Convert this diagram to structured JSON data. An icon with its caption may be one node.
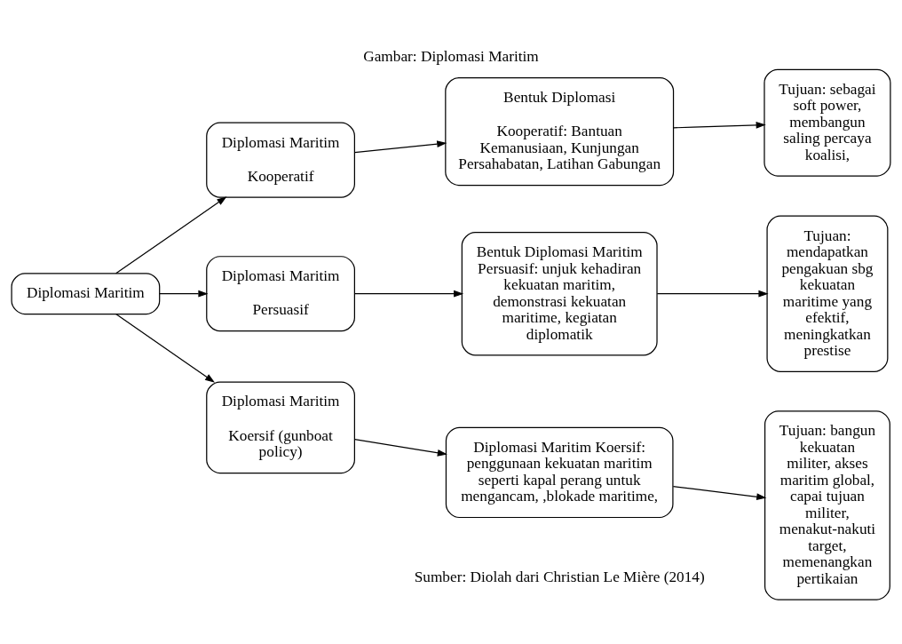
{
  "diagram": {
    "title": "Gambar: Diplomasi Maritim",
    "caption": "Sumber: Diolah dari Christian Le Mière (2014)",
    "nodes": [
      {
        "text": [
          "Diplomasi Maritim"
        ]
      },
      {
        "text": [
          "Diplomasi Maritim",
          "Kooperatif"
        ]
      },
      {
        "text": [
          "Diplomasi Maritim",
          "Persuasif"
        ]
      },
      {
        "text": [
          "Diplomasi Maritim",
          "Koersif (gunboat policy)"
        ]
      },
      {
        "text": [
          "Bentuk Diplomasi",
          "Kooperatif: Bantuan Kemanusiaan, Kunjungan Persahabatan, Latihan Gabungan"
        ]
      },
      {
        "text": [
          "Bentuk Diplomasi Maritim Persuasif: unjuk kehadiran kekuatan maritim, demonstrasi kekuatan maritime, kegiatan diplomatik"
        ]
      },
      {
        "text": [
          "Diplomasi Maritim Koersif: penggunaan kekuatan maritim seperti kapal perang untuk mengancam, ,blokade maritime,"
        ]
      },
      {
        "text": [
          "Tujuan: sebagai soft power, membangun saling percaya koalisi,"
        ]
      },
      {
        "text": [
          "Tujuan: mendapatkan pengakuan sbg kekuatan maritime yang efektif, meningkatkan prestise"
        ]
      },
      {
        "text": [
          "Tujuan: bangun kekuatan militer, akses maritim global, capai tujuan militer, menakut-nakuti target, memenangkan pertikaian"
        ]
      }
    ],
    "edges": [
      {
        "from": 0,
        "to": 1,
        "arrow": "to"
      },
      {
        "from": 0,
        "to": 2,
        "arrow": "to"
      },
      {
        "from": 0,
        "to": 3,
        "arrow": "to"
      },
      {
        "from": 1,
        "to": 4,
        "arrow": "to"
      },
      {
        "from": 2,
        "to": 5,
        "arrow": "to"
      },
      {
        "from": 3,
        "to": 6,
        "arrow": "to"
      },
      {
        "from": 4,
        "to": 7,
        "arrow": "to"
      },
      {
        "from": 5,
        "to": 8,
        "arrow": "to"
      },
      {
        "from": 6,
        "to": 9,
        "arrow": "to"
      }
    ]
  }
}
